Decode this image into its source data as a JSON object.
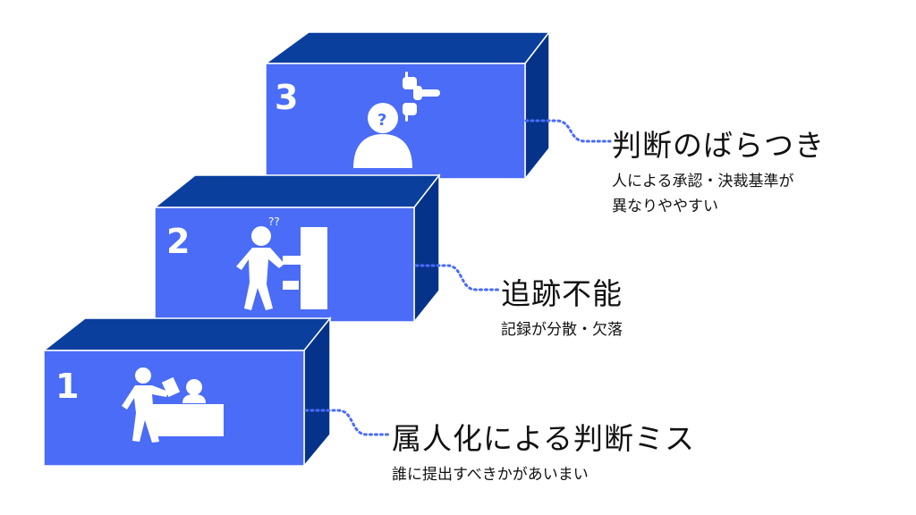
{
  "colors": {
    "front": "#4a6cf7",
    "top": "#0a3f9e",
    "side": "#06338a",
    "edge": "#ffffff",
    "connector": "#4a6cf7"
  },
  "steps": [
    {
      "number": "1",
      "icon": "person-handing-document-icon",
      "title": "属人化による判断ミス",
      "description": [
        "誰に提出すべきかがあいまい"
      ]
    },
    {
      "number": "2",
      "icon": "confused-person-at-file-cabinet-icon",
      "title": "追跡不能",
      "description": [
        "記録が分散・欠落"
      ]
    },
    {
      "number": "3",
      "icon": "questioning-person-with-pointing-hands-icon",
      "title": "判断のばらつき",
      "description": [
        "人による承認・決裁基準が",
        "異なりややすい"
      ]
    }
  ]
}
